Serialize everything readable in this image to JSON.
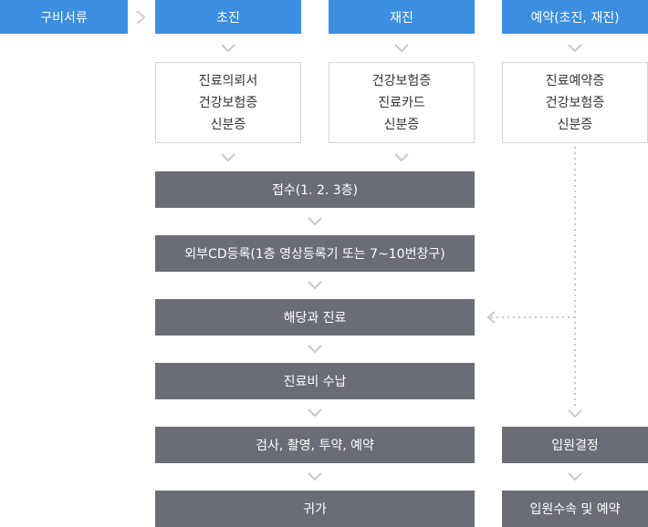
{
  "sidebar": {
    "label": "구비서류"
  },
  "columns": [
    {
      "title": "초진",
      "documents": [
        "진료의뢰서",
        "건강보험증",
        "신분증"
      ]
    },
    {
      "title": "재진",
      "documents": [
        "건강보험증",
        "진료카드",
        "신분증"
      ]
    },
    {
      "title": "예약(초진, 재진)",
      "documents": [
        "진료예약증",
        "건강보험증",
        "신분증"
      ]
    }
  ],
  "steps": [
    "접수(1. 2. 3층)",
    "외부CD등록(1층 영상등록기 또는 7~10번창구)",
    "해당과 진료",
    "진료비 수납",
    "검사, 촬영, 투약, 예약",
    "귀가"
  ],
  "reservation_steps": [
    "입원결정",
    "입원수속 및 예약"
  ],
  "colors": {
    "header": "#3b8ee0",
    "step": "#6b6c75",
    "arrow": "#c8c8c8",
    "border": "#d4d4d4"
  }
}
